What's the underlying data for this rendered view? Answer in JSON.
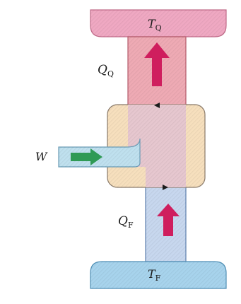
{
  "labels": {
    "hot_reservoir": {
      "symbol": "T",
      "subscript": "Q"
    },
    "cold_reservoir": {
      "symbol": "T",
      "subscript": "F"
    },
    "heat_to_hot": {
      "symbol": "Q",
      "subscript": "Q"
    },
    "heat_from_cold": {
      "symbol": "Q",
      "subscript": "F"
    },
    "work_input": {
      "symbol": "W"
    }
  },
  "colors": {
    "hot_reservoir": "#efa8c2",
    "hot_column": "#eeaab4",
    "device": "#f6dfbd",
    "cold_column": "#c7d7ee",
    "cold_reservoir": "#a7d3ec",
    "work_channel": "#bfe0ee",
    "heat_arrow": "#cf1e5e",
    "work_arrow": "#2f9a55",
    "flow_marker": "#1b1b1b"
  }
}
